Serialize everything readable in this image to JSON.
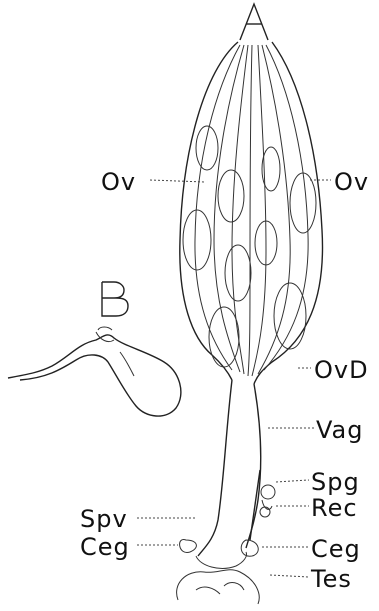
{
  "figure": {
    "panel_a": "A",
    "panel_b": "B",
    "labels": {
      "ov_left": "Ov",
      "ov_right": "Ov",
      "ovd": "OvD",
      "vag": "Vag",
      "spg": "Spg",
      "rec": "Rec",
      "spv": "Spv",
      "ceg_left": "Ceg",
      "ceg_right": "Ceg",
      "tes": "Tes"
    }
  }
}
